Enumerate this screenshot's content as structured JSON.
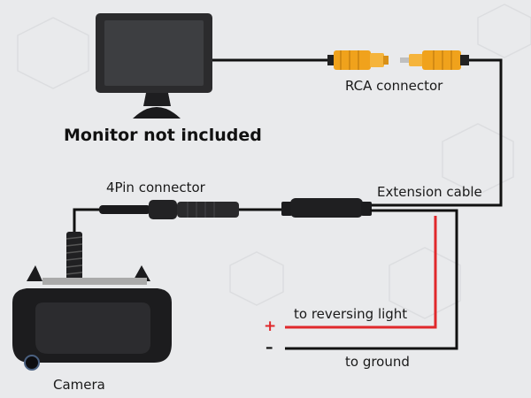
{
  "labels": {
    "monitor_note": "Monitor not included",
    "rca_connector": "RCA connector",
    "pin_connector": "4Pin connector",
    "extension_cable": "Extension cable",
    "reversing_light": "to reversing light",
    "ground": "to ground",
    "camera": "Camera",
    "plus_sign": "+",
    "minus_sign": "–"
  },
  "colors": {
    "background": "#e9eaec",
    "cable": "#111111",
    "positive_wire": "#e0282b",
    "rca_plug": "#f0a21c"
  }
}
